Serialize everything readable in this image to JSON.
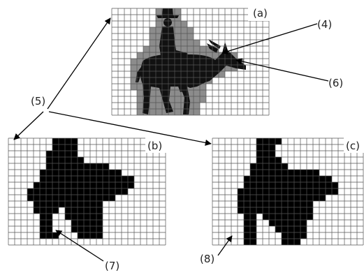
{
  "labels": {
    "a": "(a)",
    "b": "(b)",
    "c": "(c)",
    "n4": "(4)",
    "n5": "(5)",
    "n6": "(6)",
    "n7": "(7)",
    "n8": "(8)"
  },
  "colors": {
    "grid_line": "#555555",
    "silhouette": "#111111",
    "shade": "#8c8c8c",
    "filled_cell": "#000000",
    "arrow": "#000000"
  },
  "icons": {
    "silhouette": "man-riding-donkey-silhouette",
    "arrow": "arrow-pointer"
  }
}
